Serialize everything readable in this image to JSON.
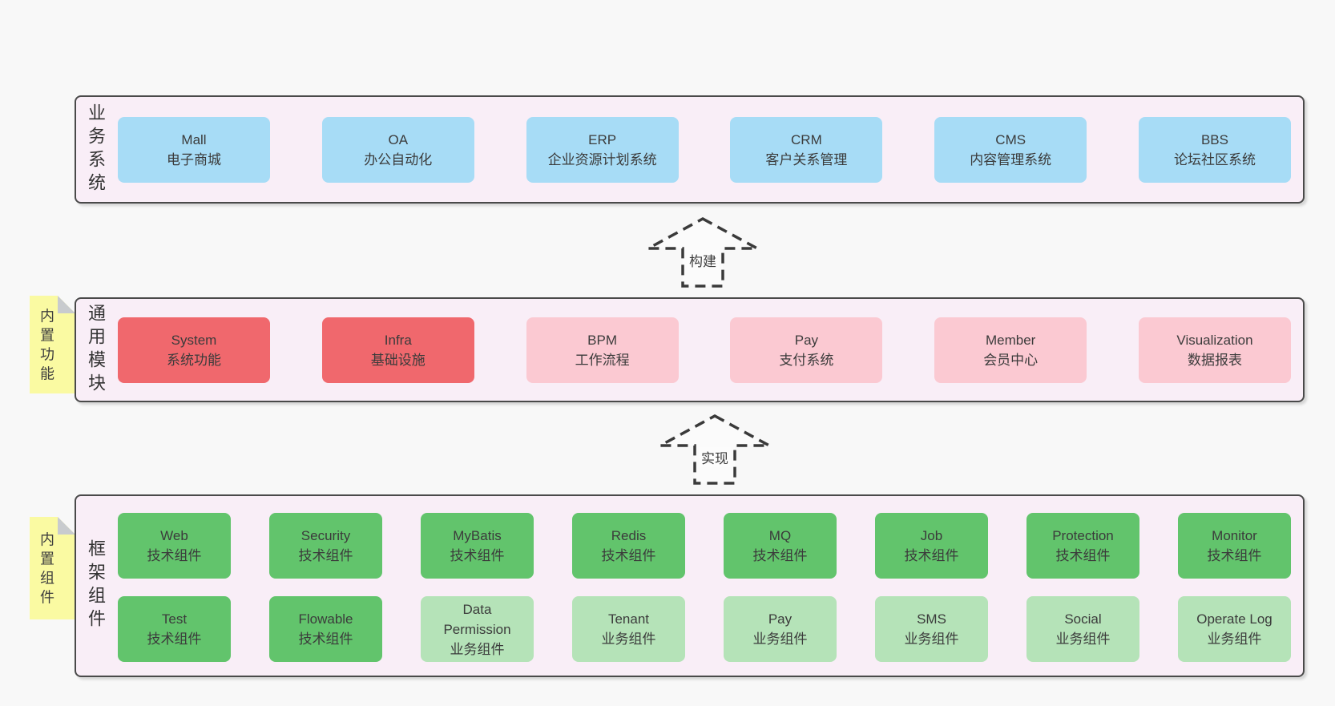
{
  "colors": {
    "background": "#f8f8f8",
    "band_fill": "#f9eef7",
    "band_border": "#4a4a4a",
    "blue_box": "#a7dcf6",
    "red_box": "#f0686d",
    "pink_box": "#fbc9d2",
    "green_box": "#62c46c",
    "light_green_box": "#b5e3b8",
    "sticky_yellow": "#fafaa2",
    "sticky_fold_gray": "#c8cbce",
    "text": "#3b3b3b"
  },
  "bands": [
    {
      "label": "业务系统",
      "boxes": [
        {
          "en": "Mall",
          "zh": "电子商城",
          "variant": "blue"
        },
        {
          "en": "OA",
          "zh": "办公自动化",
          "variant": "blue"
        },
        {
          "en": "ERP",
          "zh": "企业资源计划系统",
          "variant": "blue"
        },
        {
          "en": "CRM",
          "zh": "客户关系管理",
          "variant": "blue"
        },
        {
          "en": "CMS",
          "zh": "内容管理系统",
          "variant": "blue"
        },
        {
          "en": "BBS",
          "zh": "论坛社区系统",
          "variant": "blue"
        }
      ]
    },
    {
      "label": "通用模块",
      "sticky": "内置功能",
      "boxes": [
        {
          "en": "System",
          "zh": "系统功能",
          "variant": "red"
        },
        {
          "en": "Infra",
          "zh": "基础设施",
          "variant": "red"
        },
        {
          "en": "BPM",
          "zh": "工作流程",
          "variant": "pink"
        },
        {
          "en": "Pay",
          "zh": "支付系统",
          "variant": "pink"
        },
        {
          "en": "Member",
          "zh": "会员中心",
          "variant": "pink"
        },
        {
          "en": "Visualization",
          "zh": "数据报表",
          "variant": "pink"
        }
      ]
    },
    {
      "label": "框架组件",
      "sticky": "内置组件",
      "rows": [
        [
          {
            "en": "Web",
            "zh": "技术组件",
            "variant": "green"
          },
          {
            "en": "Security",
            "zh": "技术组件",
            "variant": "green"
          },
          {
            "en": "MyBatis",
            "zh": "技术组件",
            "variant": "green"
          },
          {
            "en": "Redis",
            "zh": "技术组件",
            "variant": "green"
          },
          {
            "en": "MQ",
            "zh": "技术组件",
            "variant": "green"
          },
          {
            "en": "Job",
            "zh": "技术组件",
            "variant": "green"
          },
          {
            "en": "Protection",
            "zh": "技术组件",
            "variant": "green"
          },
          {
            "en": "Monitor",
            "zh": "技术组件",
            "variant": "green"
          }
        ],
        [
          {
            "en": "Test",
            "zh": "技术组件",
            "variant": "green"
          },
          {
            "en": "Flowable",
            "zh": "技术组件",
            "variant": "green"
          },
          {
            "en": "Data Permission",
            "zh": "业务组件",
            "variant": "green-light"
          },
          {
            "en": "Tenant",
            "zh": "业务组件",
            "variant": "green-light"
          },
          {
            "en": "Pay",
            "zh": "业务组件",
            "variant": "green-light"
          },
          {
            "en": "SMS",
            "zh": "业务组件",
            "variant": "green-light"
          },
          {
            "en": "Social",
            "zh": "业务组件",
            "variant": "green-light"
          },
          {
            "en": "Operate Log",
            "zh": "业务组件",
            "variant": "green-light"
          }
        ]
      ]
    }
  ],
  "arrows": [
    {
      "label": "构建"
    },
    {
      "label": "实现"
    }
  ]
}
